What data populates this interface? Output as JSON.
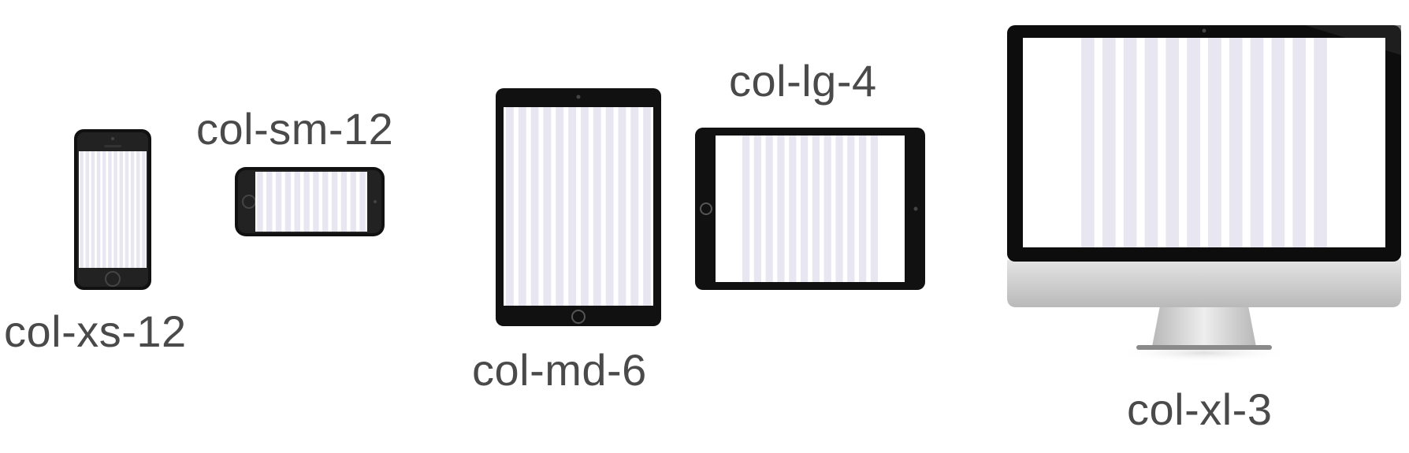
{
  "colors": {
    "grid_column": "#e8e6f0",
    "device_body": "#111111",
    "screen": "#ffffff",
    "label": "#4a4a4a"
  },
  "devices": [
    {
      "kind": "phone-portrait",
      "label": "col-xs-12",
      "grid_columns": 12
    },
    {
      "kind": "phone-landscape",
      "label": "col-sm-12",
      "grid_columns": 12
    },
    {
      "kind": "tablet-portrait",
      "label": "col-md-6",
      "grid_columns": 12
    },
    {
      "kind": "tablet-landscape",
      "label": "col-lg-4",
      "grid_columns": 12
    },
    {
      "kind": "desktop-monitor",
      "label": "col-xl-3",
      "grid_columns": 12
    }
  ]
}
